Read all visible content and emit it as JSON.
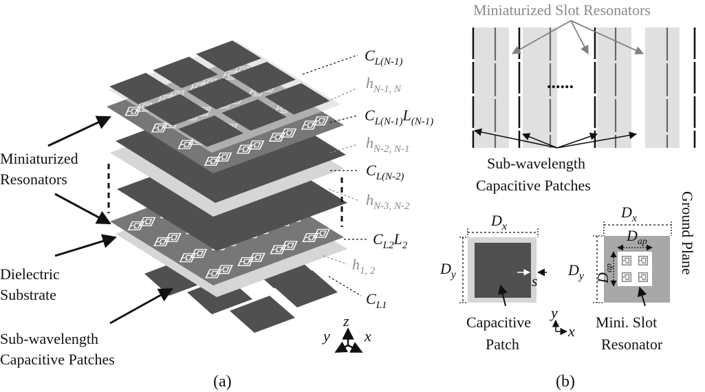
{
  "panel_a": {
    "caption": "(a)",
    "left_labels": {
      "miniaturized_resonators_1": "Miniaturized",
      "miniaturized_resonators_2": "Resonators",
      "dielectric_substrate_1": "Dielectric",
      "dielectric_substrate_2": "Substrate",
      "subwavelength_patches_1": "Sub-wavelength",
      "subwavelength_patches_2": "Capacitive Patches"
    },
    "right_labels": {
      "c_l_n1": {
        "main": "C",
        "sub": "L(N-1)"
      },
      "h_n1_n": {
        "main": "h",
        "sub": "N-1, N"
      },
      "cl_n1": {
        "main": "C",
        "sub": "L(N-1)",
        "main2": "L",
        "sub2": "(N-1)"
      },
      "h_n2_n1": {
        "main": "h",
        "sub": "N-2, N-1"
      },
      "c_l_n2": {
        "main": "C",
        "sub": "L(N-2)"
      },
      "h_n3_n2": {
        "main": "h",
        "sub": "N-3, N-2"
      },
      "cl2": {
        "main": "C",
        "sub": "L2",
        "main2": "L",
        "sub2": "2"
      },
      "h_1_2": {
        "main": "h",
        "sub": "1, 2"
      },
      "c_l1": {
        "main": "C",
        "sub": "L1"
      }
    },
    "axes": {
      "y": "y",
      "z": "z",
      "x": "x"
    }
  },
  "panel_b": {
    "caption": "(b)",
    "top_title": "Miniaturized Slot Resonators",
    "bottom_title_1": "Sub-wavelength",
    "bottom_title_2": "Capacitive Patches",
    "dots": "......",
    "patch_unit": {
      "dx": {
        "main": "D",
        "sub": "x"
      },
      "dy": {
        "main": "D",
        "sub": "y"
      },
      "s": "s",
      "label_1": "Capacitive",
      "label_2": "Patch"
    },
    "slot_unit": {
      "dx": {
        "main": "D",
        "sub": "x"
      },
      "dy": {
        "main": "D",
        "sub": "y"
      },
      "dap_h": {
        "main": "D",
        "sub": "ap"
      },
      "dap_v": {
        "main": "D",
        "sub": "ap"
      },
      "label_1": "Mini. Slot",
      "label_2": "Resonator",
      "ground_plane": "Ground Plane"
    },
    "axes": {
      "y": "y",
      "x": "x"
    }
  },
  "colors": {
    "dark_patch": "#505050",
    "mid_layer": "#777777",
    "light_layer": "#d6d6d6",
    "strip_gray": "#e0e0e0",
    "ground": "#a8a8a8",
    "text_gray": "#8a8a8a"
  }
}
